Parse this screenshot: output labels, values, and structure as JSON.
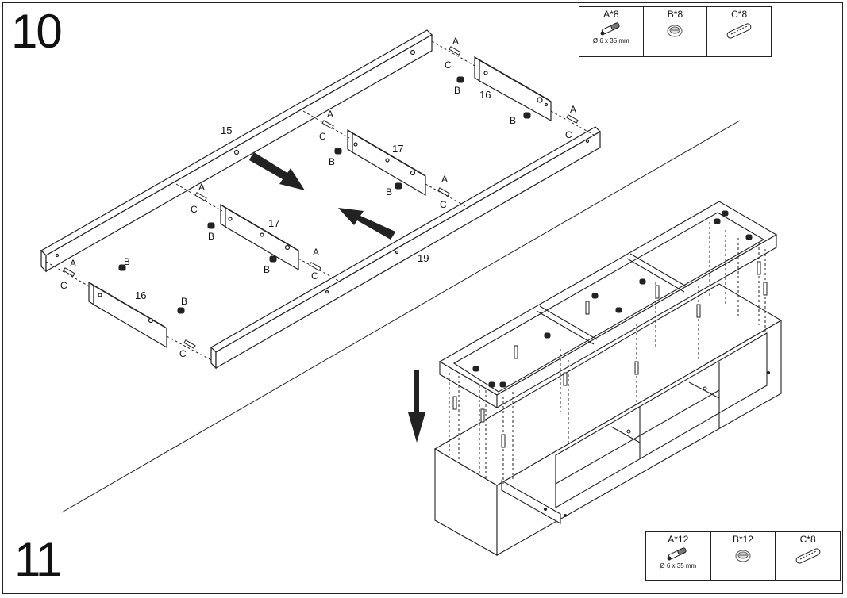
{
  "step10": {
    "number": "10",
    "parts": [
      {
        "label": "A*8",
        "dim": "Ø 6 x 35 mm",
        "icon": "dowel-pin-icon"
      },
      {
        "label": "B*8",
        "dim": "",
        "icon": "cam-lock-icon"
      },
      {
        "label": "C*8",
        "dim": "",
        "icon": "wood-dowel-icon"
      }
    ],
    "boards": {
      "long_back": "15",
      "long_front": "19",
      "middle_a": "17",
      "middle_b": "17",
      "end_right": "16",
      "end_left": "16"
    }
  },
  "step11": {
    "number": "11",
    "parts": [
      {
        "label": "A*12",
        "dim": "Ø 6 x 35 mm",
        "icon": "dowel-pin-icon"
      },
      {
        "label": "B*12",
        "dim": "",
        "icon": "cam-lock-icon"
      },
      {
        "label": "C*8",
        "dim": "",
        "icon": "wood-dowel-icon"
      }
    ]
  },
  "letters": {
    "a": "A",
    "b": "B",
    "c": "C"
  }
}
